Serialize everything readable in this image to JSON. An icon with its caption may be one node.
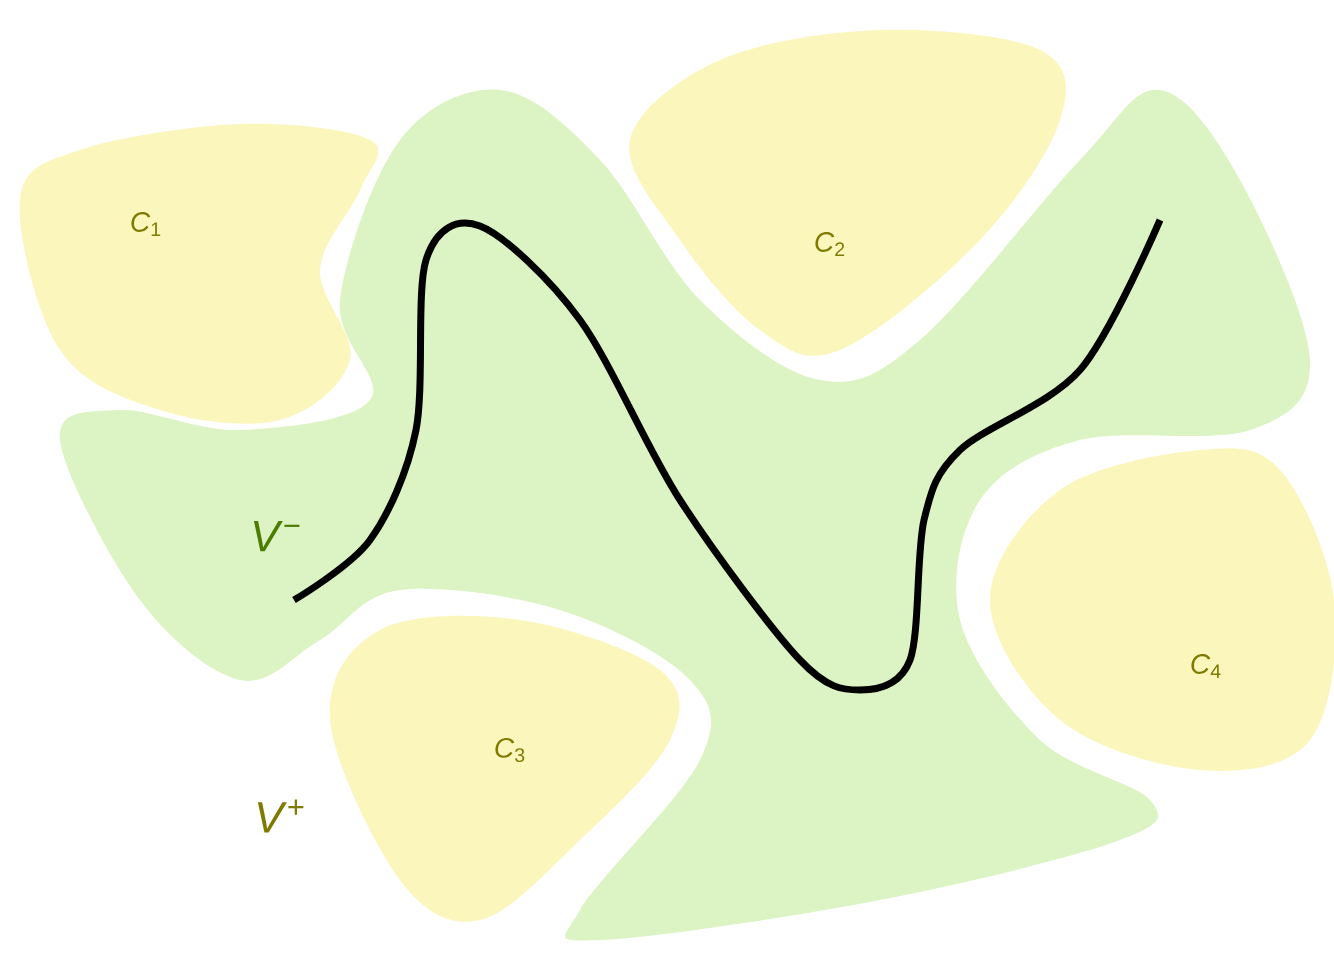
{
  "diagram": {
    "nodes": [
      {
        "text": [
          "*V*$^{−}$"
        ]
      },
      {
        "text": [
          "*C*$_{1}$"
        ]
      },
      {
        "text": [
          "*C*$_{2}$"
        ]
      },
      {
        "text": [
          "*C*$_{3}$"
        ]
      },
      {
        "text": [
          "*C*$_{4}$"
        ]
      }
    ],
    "labels": [
      "*V*$^{+}$"
    ]
  }
}
